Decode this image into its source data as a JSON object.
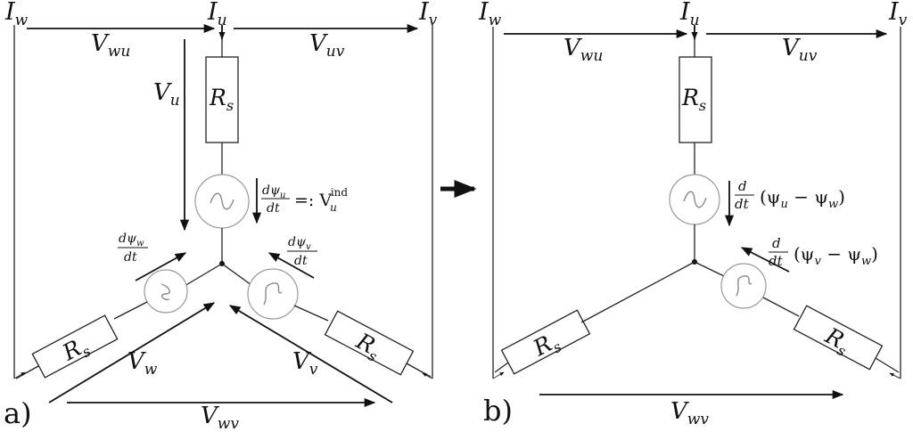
{
  "panel_a": {
    "tag": "a)",
    "currents": {
      "Iw": {
        "main": "I",
        "sub": "w"
      },
      "Iu": {
        "main": "I",
        "sub": "u"
      },
      "Iv": {
        "main": "I",
        "sub": "v"
      }
    },
    "voltages": {
      "Vwu": {
        "main": "V",
        "sub": "wu"
      },
      "Vuv": {
        "main": "V",
        "sub": "uv"
      },
      "Vu": {
        "main": "V",
        "sub": "u"
      },
      "Vw": {
        "main": "V",
        "sub": "w"
      },
      "Vv": {
        "main": "V",
        "sub": "v"
      },
      "Vwv": {
        "main": "V",
        "sub": "wv"
      }
    },
    "resistor": {
      "main": "R",
      "sub": "s"
    },
    "emf_u": {
      "num": "dψ",
      "num_sub": "u",
      "den": "dt",
      "def": "=: V",
      "def_sub": "u",
      "def_sup": "ind"
    },
    "emf_w": {
      "num": "dψ",
      "num_sub": "w",
      "den": "dt"
    },
    "emf_v": {
      "num": "dψ",
      "num_sub": "v",
      "den": "dt"
    }
  },
  "panel_b": {
    "tag": "b)",
    "currents": {
      "Iw": {
        "main": "I",
        "sub": "w"
      },
      "Iu": {
        "main": "I",
        "sub": "u"
      },
      "Iv": {
        "main": "I",
        "sub": "v"
      }
    },
    "voltages": {
      "Vwu": {
        "main": "V",
        "sub": "wu"
      },
      "Vuv": {
        "main": "V",
        "sub": "uv"
      },
      "Vwv": {
        "main": "V",
        "sub": "wv"
      }
    },
    "resistor": {
      "main": "R",
      "sub": "s"
    },
    "emf_u": {
      "num": "d",
      "den": "dt",
      "expr_open": "(ψ",
      "expr_s1": "u",
      "expr_mid": " − ψ",
      "expr_s2": "w",
      "expr_close": ")"
    },
    "emf_v": {
      "num": "d",
      "den": "dt",
      "expr_open": "(ψ",
      "expr_s1": "v",
      "expr_mid": " − ψ",
      "expr_s2": "w",
      "expr_close": ")"
    }
  }
}
